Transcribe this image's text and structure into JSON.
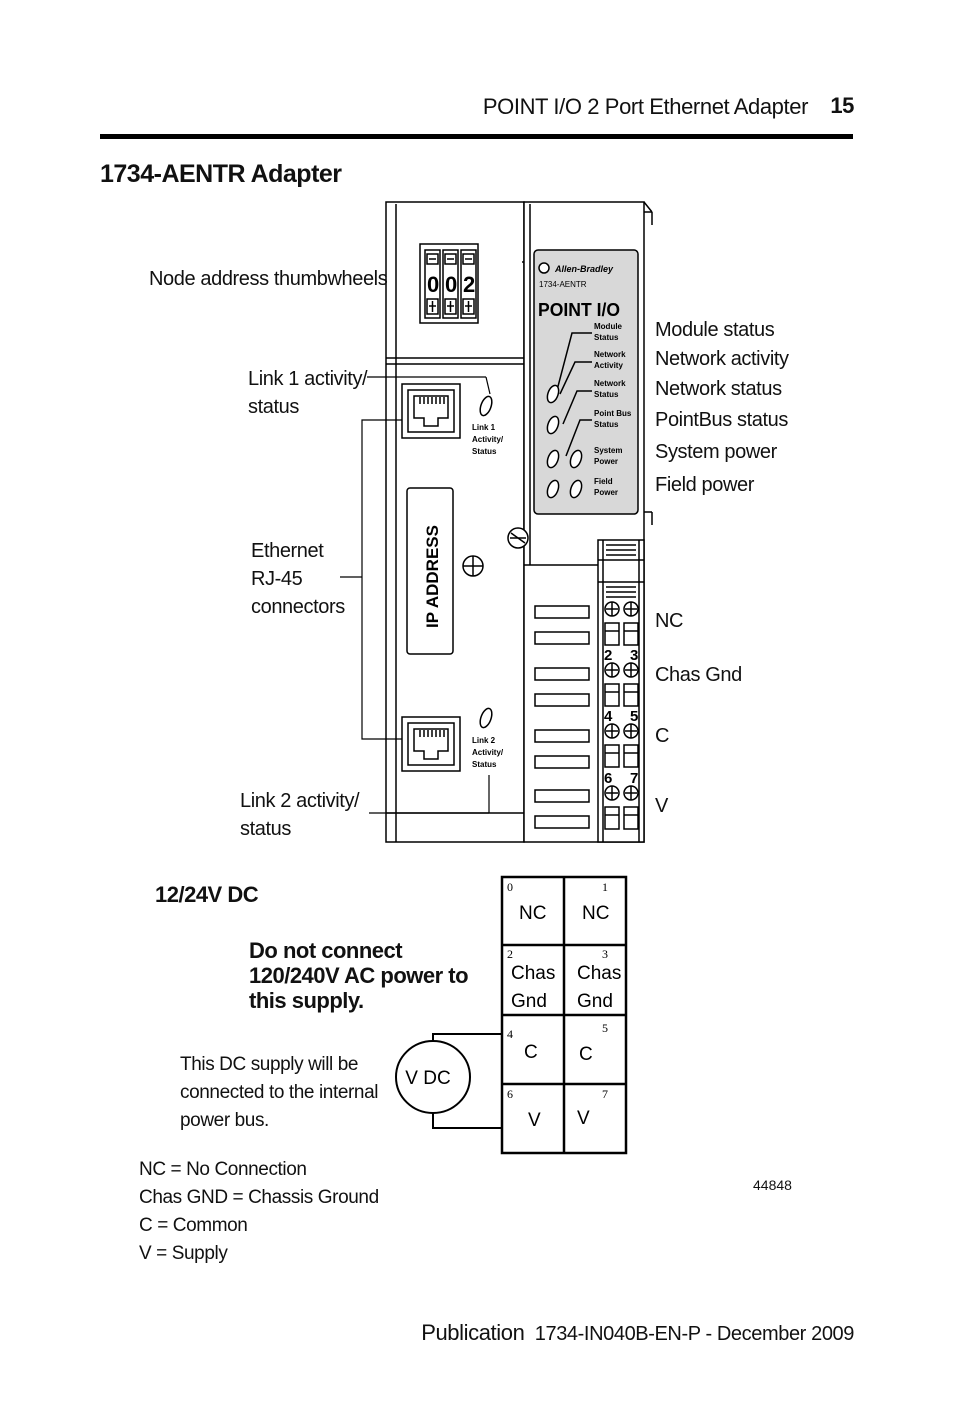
{
  "header": {
    "title": "POINT I/O 2 Port Ethernet Adapter",
    "page_number": "15"
  },
  "section_title": "1734-AENTR Adapter",
  "device": {
    "brand": "Allen-Bradley",
    "model": "1734-AENTR",
    "product_logo": "POINT I/O",
    "thumbwheel_digits": [
      "0",
      "0",
      "2"
    ],
    "ip_label": "IP ADDRESS",
    "link1_label": [
      "Link 1",
      "Activity/",
      "Status"
    ],
    "link2_label": [
      "Link 2",
      "Activity/",
      "Status"
    ],
    "indicator_labels": [
      [
        "Module",
        "Status"
      ],
      [
        "Network",
        "Activity"
      ],
      [
        "Network",
        "Status"
      ],
      [
        "Point Bus",
        "Status"
      ],
      [
        "System",
        "Power"
      ],
      [
        "Field",
        "Power"
      ]
    ],
    "terminal_numbers": [
      "2",
      "3",
      "4",
      "5",
      "6",
      "7"
    ]
  },
  "callouts_left": {
    "thumbwheels": "Node address thumbwheels",
    "link1": [
      "Link 1 activity/",
      "status"
    ],
    "ethernet": [
      "Ethernet",
      "RJ-45",
      "connectors"
    ],
    "link2": [
      "Link 2 activity/",
      "status"
    ]
  },
  "callouts_right": {
    "indicators": [
      "Module status",
      "Network activity",
      "Network status",
      "PointBus status",
      "System power",
      "Field power"
    ],
    "terminals": [
      "NC",
      "Chas Gnd",
      "C",
      "V"
    ]
  },
  "wiring": {
    "supply_title": "12/24V DC",
    "warning": [
      "Do not connect",
      "120/240V AC power to",
      "this supply."
    ],
    "note": [
      "This DC supply will be",
      "connected to the internal",
      "power bus."
    ],
    "source_label": "V DC",
    "cells": [
      {
        "num": "0",
        "label": [
          "NC"
        ]
      },
      {
        "num": "1",
        "label": [
          "NC"
        ]
      },
      {
        "num": "2",
        "label": [
          "Chas",
          "Gnd"
        ]
      },
      {
        "num": "3",
        "label": [
          "Chas",
          "Gnd"
        ]
      },
      {
        "num": "4",
        "label": [
          "C"
        ]
      },
      {
        "num": "5",
        "label": [
          "C"
        ]
      },
      {
        "num": "6",
        "label": [
          "V"
        ]
      },
      {
        "num": "7",
        "label": [
          "V"
        ]
      }
    ]
  },
  "legend": [
    "NC = No Connection",
    "Chas GND = Chassis Ground",
    "C = Common",
    "V = Supply"
  ],
  "figure_number": "44848",
  "footer": {
    "publication_label": "Publication",
    "publication_id": "1734-IN040B-EN-P - December 2009"
  }
}
